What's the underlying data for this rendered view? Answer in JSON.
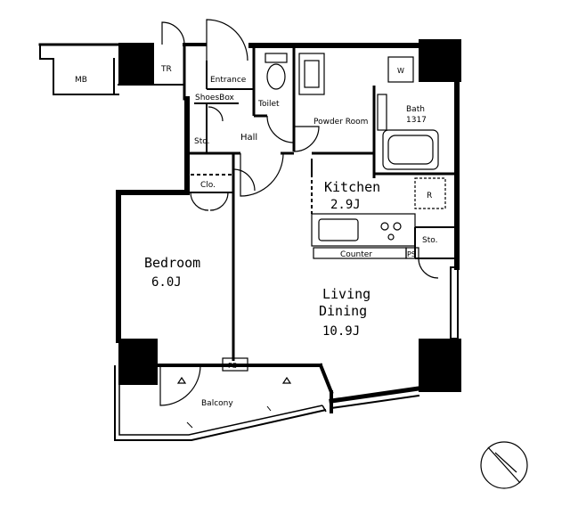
{
  "rooms": {
    "mb": "MB",
    "tr": "TR",
    "entrance": "Entrance",
    "shoes_box": "ShoesBox",
    "toilet": "Toilet",
    "powder_room": "Powder Room",
    "bath_name": "Bath",
    "bath_size": "1317",
    "storage_hall": "Sto.",
    "hall": "Hall",
    "closet": "Clo.",
    "kitchen_name": "Kitchen",
    "kitchen_size": "2.9J",
    "refrigerator": "R",
    "storage_kitchen": "Sto.",
    "counter": "Counter",
    "ps_kitchen": "PS",
    "washer": "W",
    "bedroom_name": "Bedroom",
    "bedroom_size": "6.0J",
    "living_line1": "Living",
    "living_line2": "Dining",
    "living_size": "10.9J",
    "ps_balcony": "PS",
    "balcony": "Balcony"
  }
}
